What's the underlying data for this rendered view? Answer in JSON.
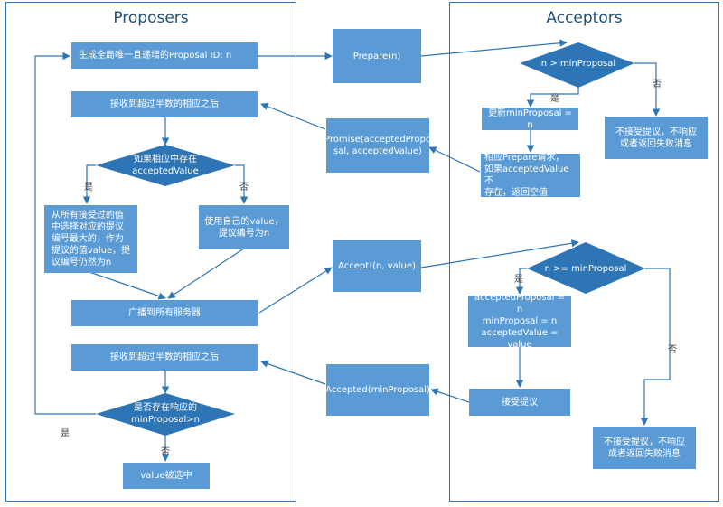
{
  "proposers": {
    "title": "Proposers",
    "gen_id": "生成全局唯一且递增的Proposal ID: n",
    "recv_majority_1": "接收到超过半数的相应之后",
    "cond_has_value": "如果相应中存在\nacceptedValue",
    "yes_1": "是",
    "no_1": "否",
    "use_accepted": "从所有接受过的值\n中选择对应的提议\n编号最大的，作为\n提议的值value，提\n议编号仍然为n",
    "use_own": "使用自己的value，\n提议编号为n",
    "broadcast": "广播到所有服务器",
    "recv_majority_2": "接收到超过半数的相应之后",
    "cond_min_proposal": "是否存在响应的\nminProposal>n",
    "yes_2": "是",
    "no_2": "否",
    "chosen": "value被选中"
  },
  "messages": {
    "prepare": "Prepare(n)",
    "promise": "Promise(acceptedPropo\nsal, acceptedValue)",
    "accept": "Accept!(n, value)",
    "accepted": "Accepted(minProposal)"
  },
  "acceptors": {
    "title": "Acceptors",
    "cond_prepare": "n > minProposal",
    "yes_1": "是",
    "no_1": "否",
    "update_min": "更新minProposal = n",
    "reply_prepare": "相应Prepare请求，\n如果acceptedValue不\n存在，返回空值",
    "reject_1": "不接受提议，不响应\n或者返回失败消息",
    "cond_accept": "n >= minProposal",
    "yes_2": "是",
    "no_2": "否",
    "set_values": "acceptedProposal = n\nminProposal = n\nacceptedValue = value",
    "accept_proposal": "接受提议",
    "reject_2": "不接受提议，不响应\n或者返回失败消息"
  },
  "colors": {
    "box_fill": "#5b9bd5",
    "diamond_fill": "#2e75b6",
    "line": "#2e75b6",
    "panel_border": "#2e75b6",
    "title": "#1f4e79"
  }
}
